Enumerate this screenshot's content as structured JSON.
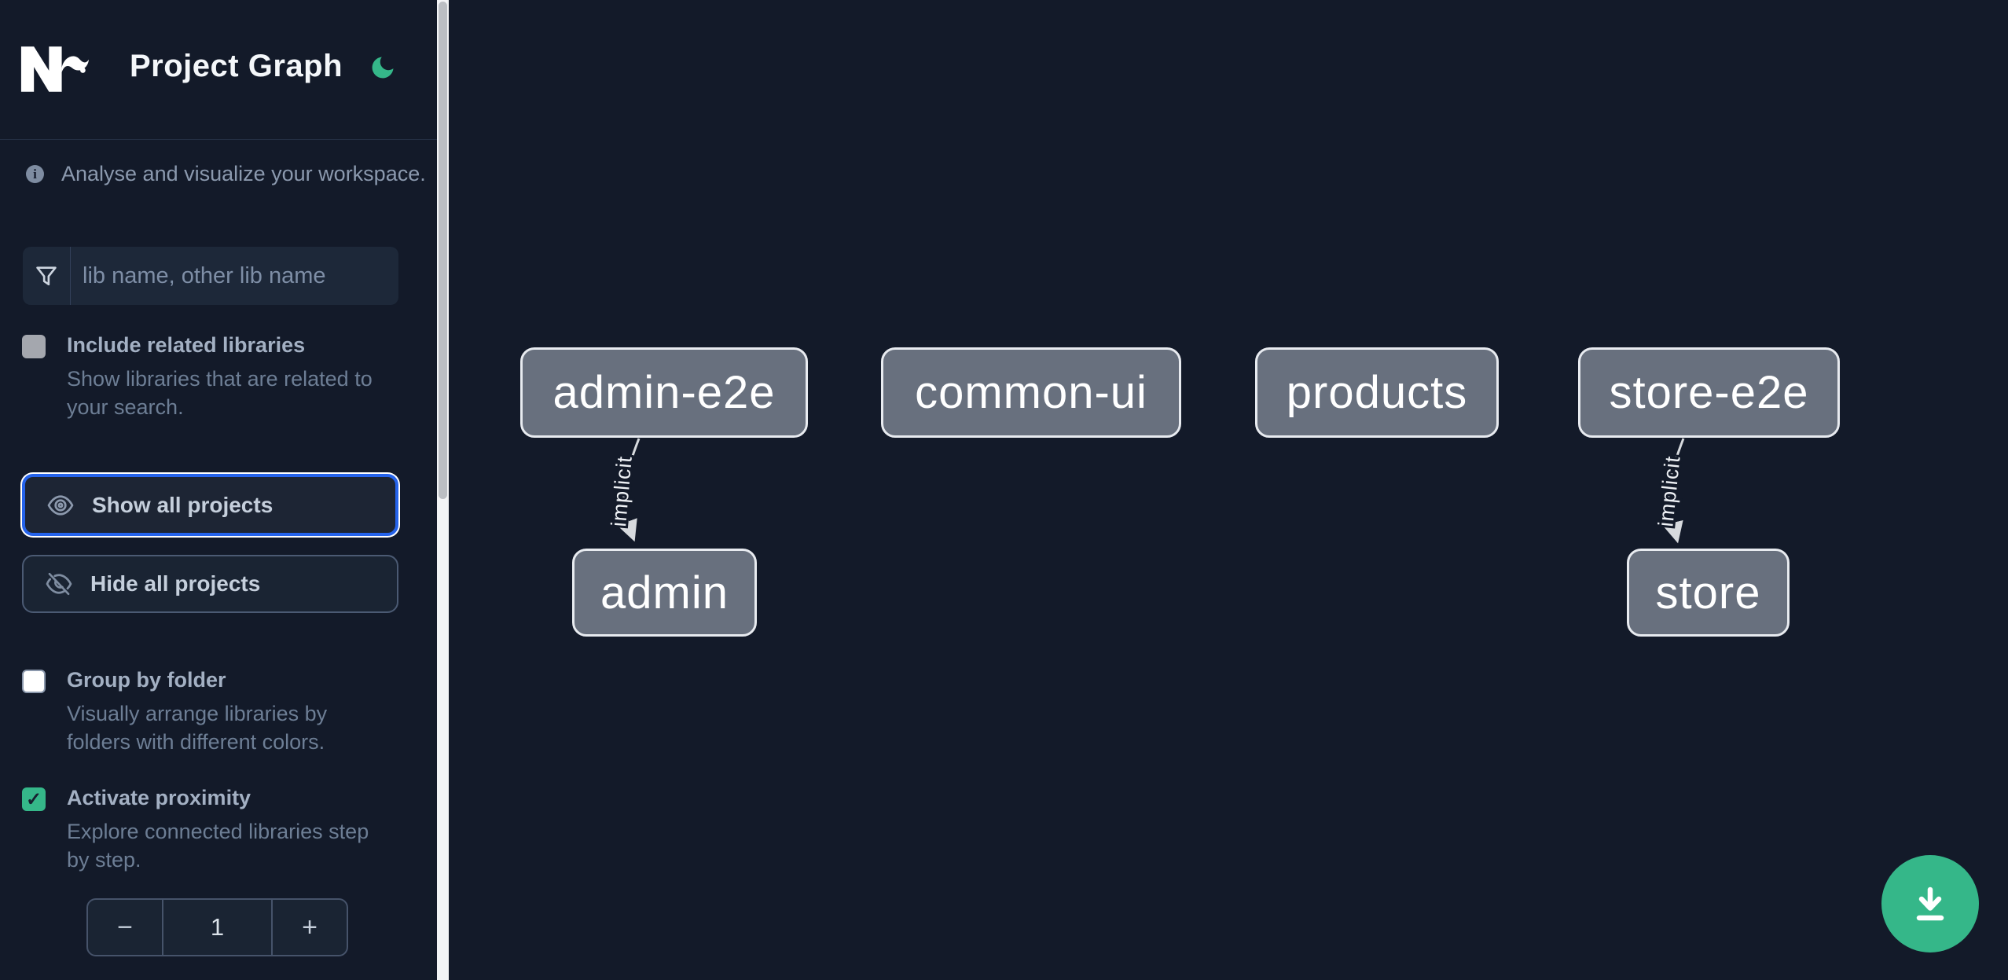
{
  "app": {
    "title": "Project Graph",
    "info_text": "Analyse and visualize your workspace."
  },
  "search": {
    "placeholder": "lib name, other lib name"
  },
  "filters": {
    "include_related": {
      "label": "Include related libraries",
      "desc_line1": "Show libraries that are related to",
      "desc_line2": "your search.",
      "checked": false
    },
    "group_by_folder": {
      "label": "Group by folder",
      "desc_line1": "Visually arrange libraries by",
      "desc_line2": "folders with different colors.",
      "checked": false
    },
    "activate_proximity": {
      "label": "Activate proximity",
      "desc_line1": "Explore connected libraries step",
      "desc_line2": "by step.",
      "checked": true
    }
  },
  "buttons": {
    "show_all": "Show all projects",
    "hide_all": "Hide all projects"
  },
  "stepper": {
    "decrement_label": "−",
    "value": "1",
    "increment_label": "+"
  },
  "icons": {
    "check_glyph": "✓",
    "info_glyph": "i"
  },
  "graph": {
    "nodes": [
      {
        "label": "admin-e2e"
      },
      {
        "label": "common-ui"
      },
      {
        "label": "products"
      },
      {
        "label": "store-e2e"
      },
      {
        "label": "admin"
      },
      {
        "label": "store"
      }
    ],
    "edges": [
      {
        "from": "admin-e2e",
        "to": "admin",
        "label": "implicit"
      },
      {
        "from": "store-e2e",
        "to": "store",
        "label": "implicit"
      }
    ]
  },
  "colors": {
    "background": "#131a29",
    "accent_green": "#35b789",
    "focus_blue": "#2563eb",
    "node_fill": "#68707e",
    "node_border": "#e8ebf0",
    "edge": "#d7dade"
  }
}
